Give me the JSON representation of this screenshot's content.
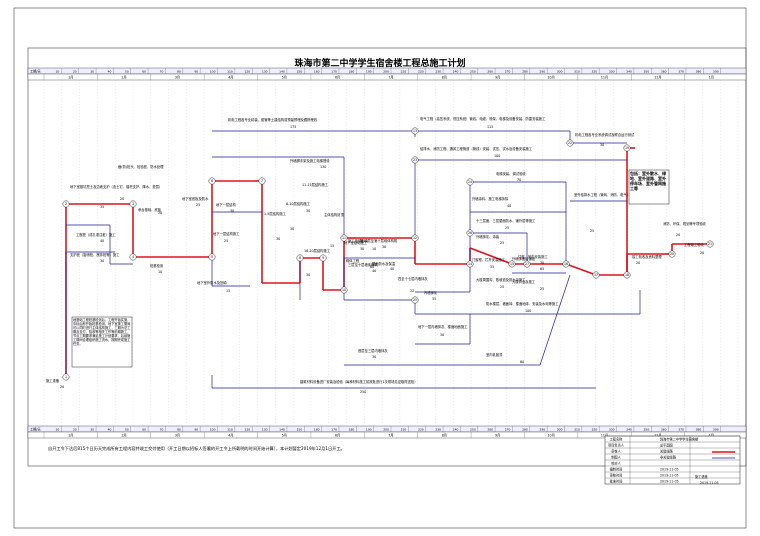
{
  "title": "珠海市第二中学学生宿舍楼工程总施工计划",
  "scale": {
    "top_label": "工期/天",
    "bottom_label": "工期/天",
    "day_ticks": [
      "10",
      "20",
      "30",
      "40",
      "50",
      "60",
      "70",
      "80",
      "90",
      "100",
      "110",
      "120",
      "130",
      "140",
      "150",
      "160",
      "170",
      "180",
      "190",
      "200",
      "210",
      "220",
      "230",
      "240",
      "250",
      "260",
      "270",
      "280",
      "290",
      "300",
      "310",
      "320",
      "330",
      "340",
      "350",
      "360",
      "370",
      "380",
      "390"
    ],
    "months": [
      "1月",
      "2月",
      "3月",
      "4月",
      "5月",
      "6月",
      "7月",
      "8月",
      "9月",
      "10月",
      "11月",
      "12月",
      "1月"
    ]
  },
  "tasks": [
    {
      "id": "t1",
      "label": "施工准备",
      "dur": "20"
    },
    {
      "id": "t2",
      "label": "地下室基坑挖土及边坡支护（含土钉、锚杆支护、降水、垫层）",
      "dur": "35"
    },
    {
      "id": "t3",
      "label": "工程桩（成孔灌注桩）施工",
      "dur": "40"
    },
    {
      "id": "t4",
      "label": "支护桩（旋喷桩、搅拌桩等）施工",
      "dur": "30"
    },
    {
      "id": "t5",
      "label": "截(防)桩头、检验桩、防水处理",
      "dur": "20"
    },
    {
      "id": "t6",
      "label": "承台基础、底板",
      "dur": "20"
    },
    {
      "id": "t7",
      "label": "桩基检测",
      "dur": "10"
    },
    {
      "id": "t8",
      "label": "地下一层结构施工",
      "dur": "25"
    },
    {
      "id": "t9",
      "label": "地下室底板及防水",
      "dur": "25"
    },
    {
      "id": "t10",
      "label": "地下一层结构",
      "dur": "30"
    },
    {
      "id": "t11",
      "label": "地下室外防水及回填",
      "dur": "15"
    },
    {
      "id": "t12",
      "label": "1-5层结构施工",
      "dur": "30"
    },
    {
      "id": "t13",
      "label": "6-10层结构施工",
      "dur": "30"
    },
    {
      "id": "t14",
      "label": "11-15层结构施工",
      "dur": "30"
    },
    {
      "id": "t15",
      "label": "16-20层结构施工",
      "dur": "30"
    },
    {
      "id": "t16",
      "label": "主体结构封顶",
      "dur": "15"
    },
    {
      "id": "t17",
      "label": "地下室基础施工",
      "dur": "30"
    },
    {
      "id": "t18",
      "label": "机电工程各专业精装、套管等土建结构或预留预埋及跟踪埋线",
      "dur": "175"
    },
    {
      "id": "t19",
      "label": "外墙脚手架及施工电梯搭设",
      "dur": "130"
    },
    {
      "id": "t20",
      "label": "施工电梯安装",
      "dur": "10"
    },
    {
      "id": "t21",
      "label": "砌体工程",
      "dur": "60"
    },
    {
      "id": "t22",
      "label": "屋面防水及保温",
      "dur": "40"
    },
    {
      "id": "t23",
      "label": "第10层至第十层砌体构筑",
      "dur": "30"
    },
    {
      "id": "t24",
      "label": "三层至十层墙体砌筑",
      "dur": "40"
    },
    {
      "id": "t25",
      "label": "四至十七层内墙抹灰",
      "dur": "22"
    },
    {
      "id": "t26",
      "label": "内墙抹灰",
      "dur": "35"
    },
    {
      "id": "t27",
      "label": "防水楼层、墙面砖、楼面地砖、安装及水电等施工",
      "dur": "100"
    },
    {
      "id": "t28",
      "label": "地下一层内墙抹灰、楼面地面施工",
      "dur": "30"
    },
    {
      "id": "t29",
      "label": "首层至三层内墙抹灰",
      "dur": "30"
    },
    {
      "id": "t30",
      "label": "室内乳胶漆",
      "dur": "60"
    },
    {
      "id": "t31",
      "label": "电气工程（高压系统、低压系统）管线、电缆、桥架、电梯及设备安装、防雷安装施工",
      "dur": "115"
    },
    {
      "id": "t32",
      "label": "给排水、消防工程、通风工程管道（管线）安装、试压、试水及设备安装施工",
      "dur": "100"
    },
    {
      "id": "t33",
      "label": "电梯安装、调试验收",
      "dur": "70"
    },
    {
      "id": "t34",
      "label": "外墙涂料、施工电梯拆除",
      "dur": "40"
    },
    {
      "id": "t35",
      "label": "十三层面、三层屋面防水、铺外层等施工",
      "dur": "25"
    },
    {
      "id": "t36",
      "label": "外墙抹灰、涂装",
      "dur": "25"
    },
    {
      "id": "t37",
      "label": "外墙饰面砖铺贴",
      "dur": "65"
    },
    {
      "id": "t38",
      "label": "门窗框、栏杆安装施工",
      "dur": "35"
    },
    {
      "id": "t39",
      "label": "门窗、室内安装施工",
      "dur": "30"
    },
    {
      "id": "t40",
      "label": "大楼周围勾、散坡道及排水沟施工",
      "dur": "25"
    },
    {
      "id": "t41",
      "label": "大楼清洁及施工",
      "dur": "25"
    },
    {
      "id": "t42",
      "label": "机电工程各专业系统调试及联合运行测试",
      "dur": "30"
    },
    {
      "id": "t43",
      "label": "室外给排水工程（管网、消防、电气）、道路硬化、绿化等施工",
      "dur": "25"
    },
    {
      "id": "t44",
      "label": "竣工验收及资料整理",
      "dur": "20"
    },
    {
      "id": "t45",
      "label": "消防、环保、规划等专项验收",
      "dur": "20"
    },
    {
      "id": "t46",
      "label": "工程竣工验收",
      "dur": "20"
    },
    {
      "id": "t47",
      "label": "建筑材料设备进厂安装及检验（每种材料施工前按批进行1次现场见证取样送检）",
      "dur": "250"
    }
  ],
  "callouts": {
    "left_note": "地基础工程桩基检测后、工程开始实施，中标后即开始桩基检测、地下室施工期间可以同时进行主体结构施工，工期为总工期及支付、验收等相关工作等前期施工，节点工期要求满足施工计划要求，后续施工期间合理组织施工流水，按期完成施工任务。",
    "right_note": "包括：室外散水、绿地、室外道路、室外停车场、室外管网施工等"
  },
  "footer_note": "自开工令下达后815个日历天完成所有工程内容并竣工交付使用（开工日期以招标人签署的开工令上所载明的时间开始计算），本计划暂定2019年12月1日开工。",
  "title_block": {
    "rows": [
      {
        "k": "工程名称",
        "v": "珠海市第二中学学生宿舍楼"
      },
      {
        "k": "项目负责人",
        "v": "总平面图"
      },
      {
        "k": "审核人",
        "v": "关键线路"
      },
      {
        "k": "制图人",
        "v": "非关键线路"
      },
      {
        "k": "校对人",
        "v": ""
      },
      {
        "k": "编制时间",
        "v": "2019-11-05"
      },
      {
        "k": "审核时间",
        "v": "2019-11-05"
      },
      {
        "k": "批准时间",
        "v": "2019-11-05"
      }
    ],
    "legend_key_label": "关键线路",
    "legend_other_label": "非关键线路",
    "sheet_label": "施工进度",
    "date": "2019-11-05"
  },
  "colors": {
    "critical": "#e0141e",
    "normal": "#1e1e96",
    "blue": "#2233dd",
    "frame": "#222222"
  }
}
